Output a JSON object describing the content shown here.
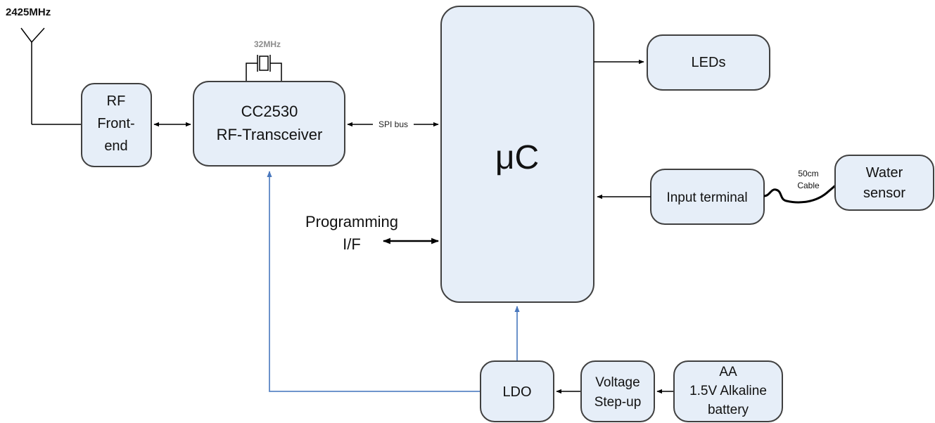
{
  "antenna": {
    "frequency": "2425MHz"
  },
  "crystal": {
    "label": "32MHz"
  },
  "blocks": {
    "rf_frontend": [
      "RF",
      "Front-",
      "end"
    ],
    "cc2530": [
      "CC2530",
      "RF-Transceiver"
    ],
    "uc": "μC",
    "leds": "LEDs",
    "input_terminal": "Input terminal",
    "water_sensor": [
      "Water",
      "sensor"
    ],
    "ldo": "LDO",
    "stepup": [
      "Voltage",
      "Step-up"
    ],
    "battery": [
      "AA",
      "1.5V Alkaline",
      "battery"
    ]
  },
  "labels": {
    "spi_bus": "SPI bus",
    "programming": [
      "Programming",
      "I/F"
    ],
    "cable": [
      "50cm",
      "Cable"
    ]
  }
}
